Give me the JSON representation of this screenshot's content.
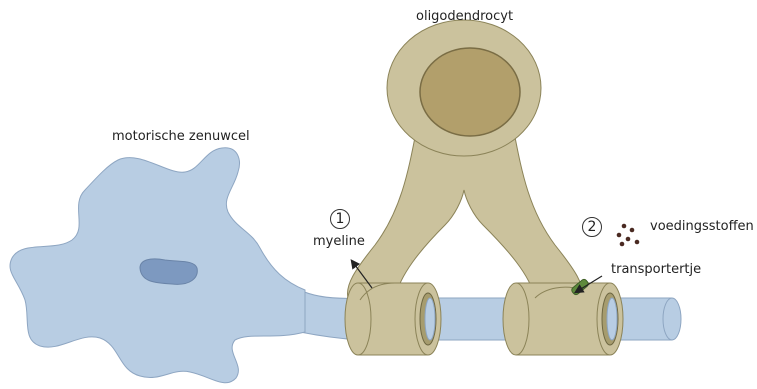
{
  "labels": {
    "oligodendrocyt": "oligodendrocyt",
    "motor_neuron": "motorische zenuwcel",
    "myelin": "myeline",
    "nutrients": "voedingsstoffen",
    "transporter": "transportertje"
  },
  "markers": {
    "one": "1",
    "two": "2"
  },
  "colors": {
    "neuron_fill": "#b8cde3",
    "neuron_stroke": "#8ea6c2",
    "nucleus_fill": "#7d99c0",
    "glia_fill": "#cbc29d",
    "glia_stroke": "#8b8358",
    "glia_nucleus": "#b29f6b",
    "transporter": "#5e8a3c",
    "nutrient_dot": "#4a2a22"
  }
}
